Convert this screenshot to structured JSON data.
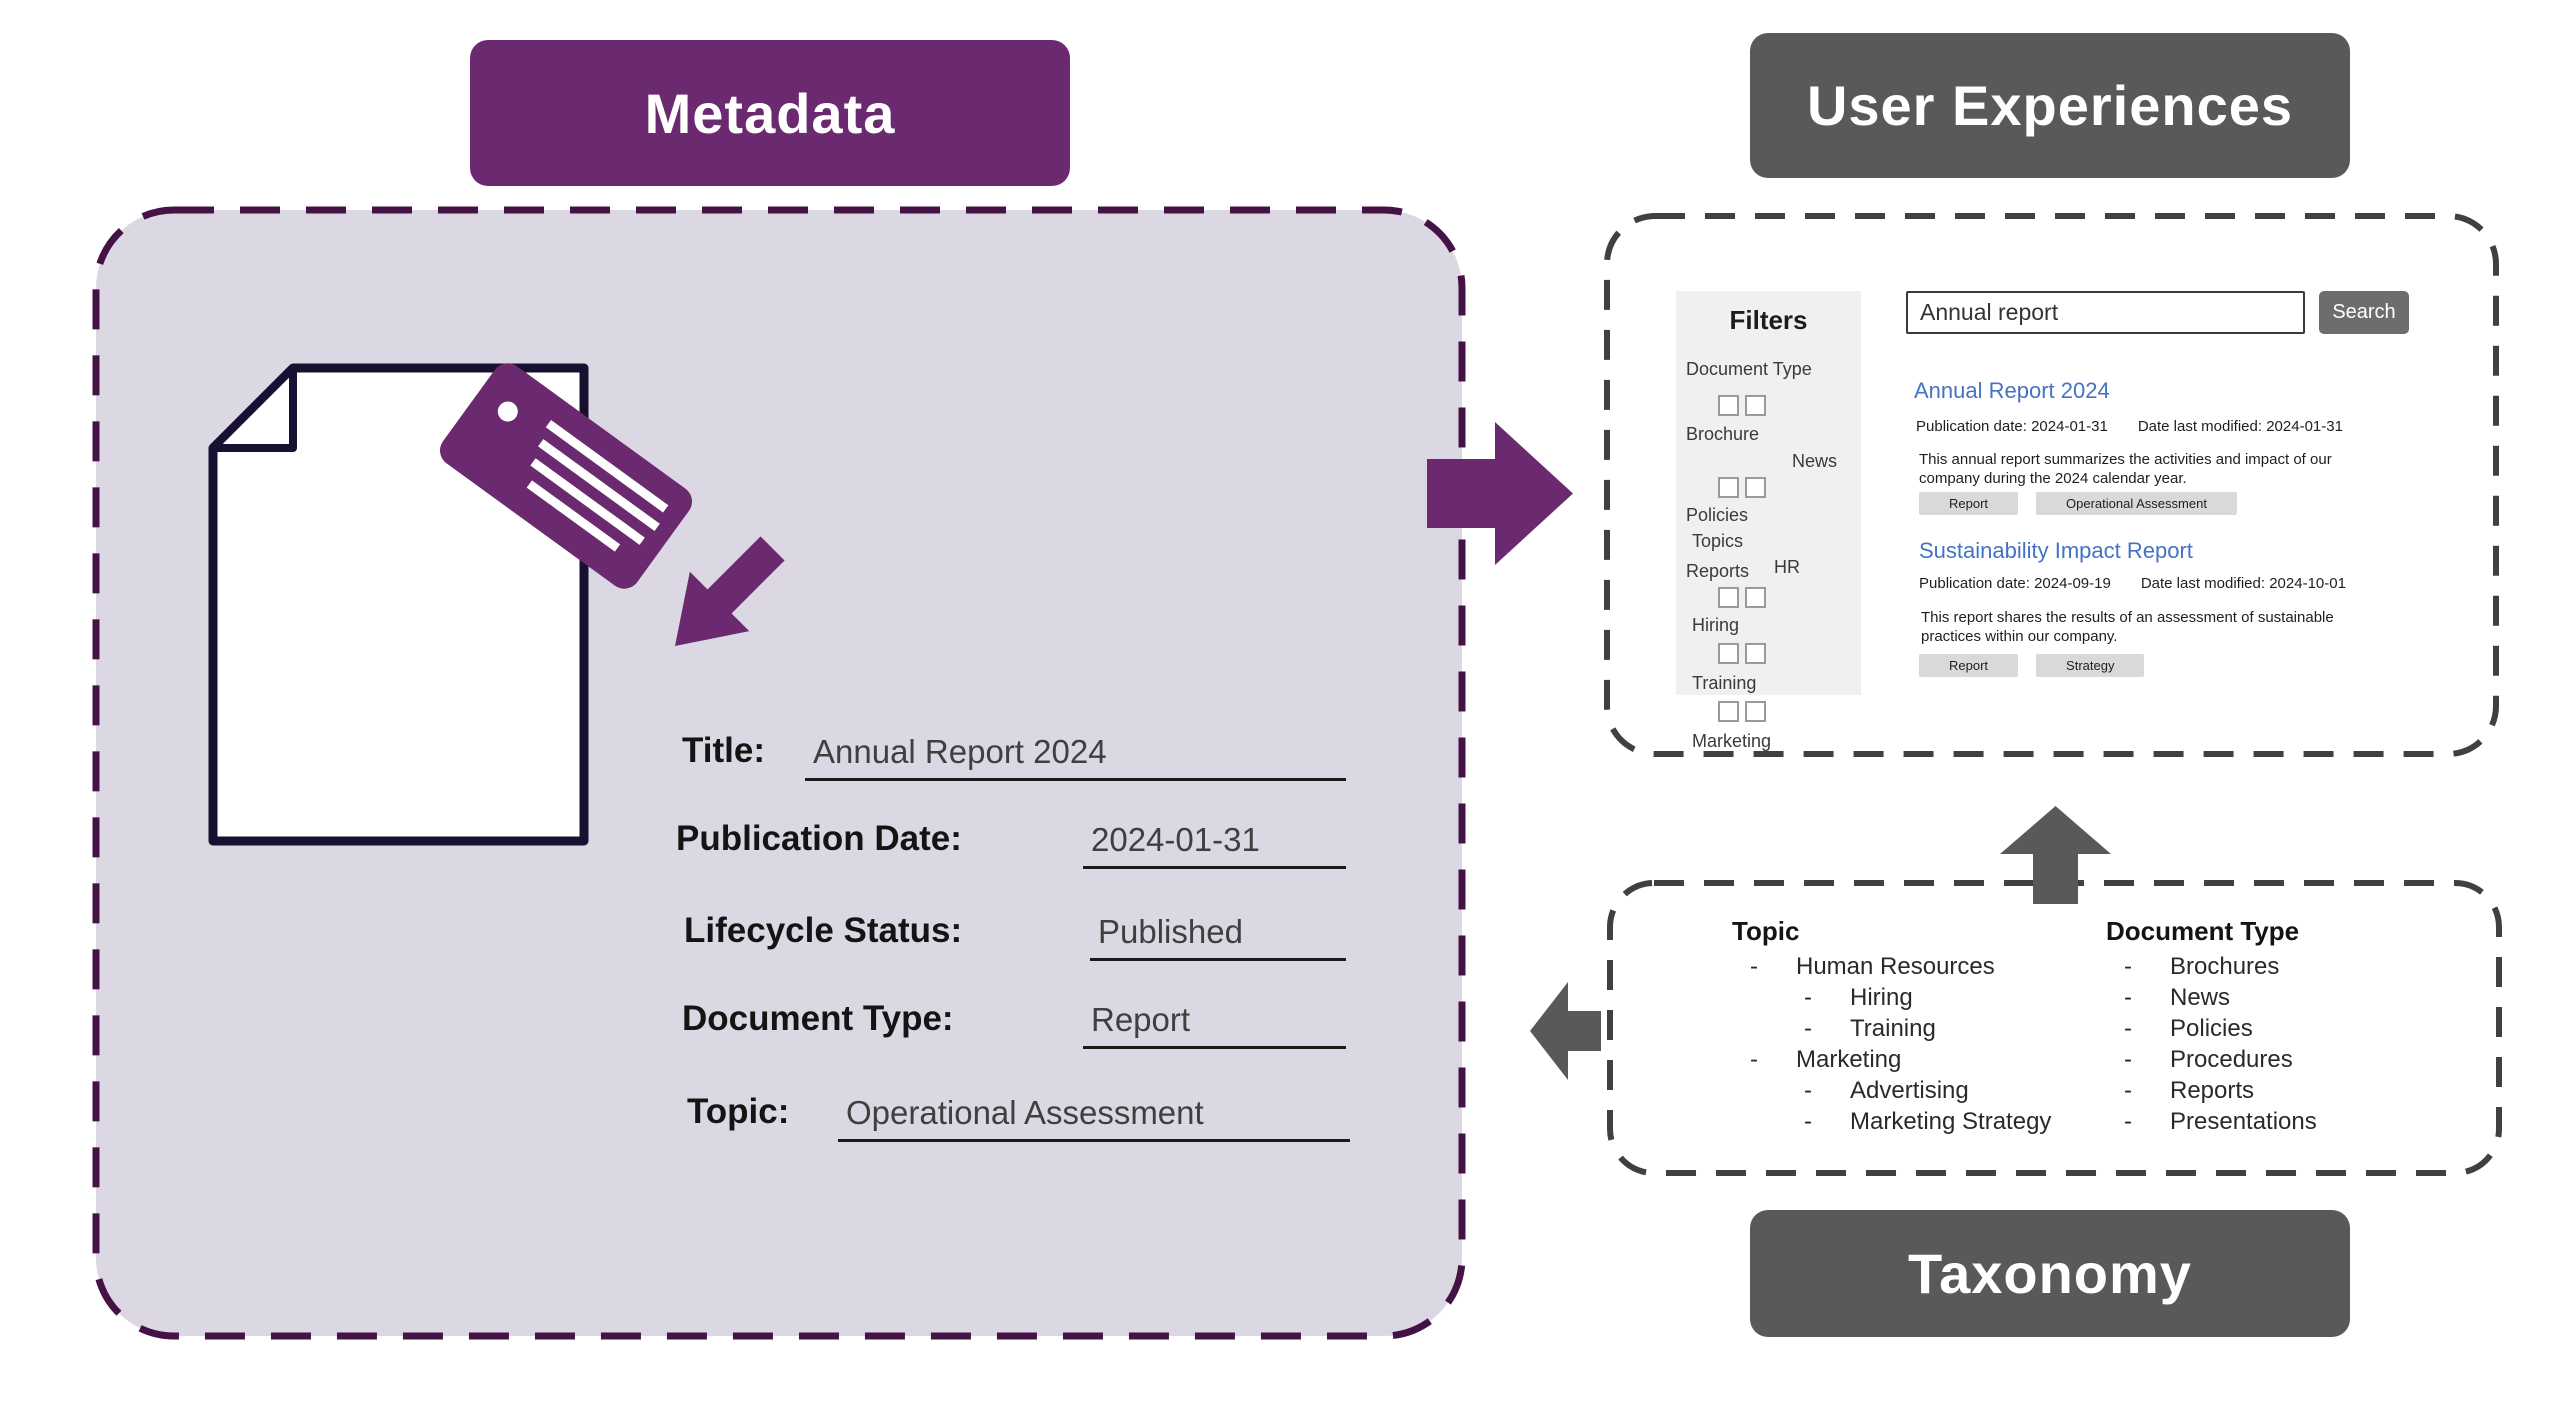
{
  "metadata": {
    "header": "Metadata",
    "fields": {
      "title": {
        "label": "Title:",
        "value": "Annual Report 2024"
      },
      "publication_date": {
        "label": "Publication Date:",
        "value": "2024-01-31"
      },
      "lifecycle_status": {
        "label": "Lifecycle Status:",
        "value": "Published"
      },
      "document_type": {
        "label": "Document Type:",
        "value": "Report"
      },
      "topic": {
        "label": "Topic:",
        "value": "Operational Assessment"
      }
    }
  },
  "user_experiences": {
    "header": "User Experiences",
    "search": {
      "query": "Annual report",
      "button_label": "Search"
    },
    "filters": {
      "title": "Filters",
      "document_type_heading": "Document Type",
      "document_types": [
        "Brochure",
        "News",
        "Policies",
        "Reports"
      ],
      "topics_heading": "Topics",
      "topics": [
        "HR",
        "Hiring",
        "Training",
        "Marketing"
      ]
    },
    "results": [
      {
        "title": "Annual Report 2024",
        "publication": "Publication date: 2024-01-31",
        "modified": "Date last modified: 2024-01-31",
        "description": "This annual report summarizes the activities and impact of our company during the 2024 calendar year.",
        "tags": [
          "Report",
          "Operational Assessment"
        ]
      },
      {
        "title": "Sustainability Impact Report",
        "publication": "Publication date: 2024-09-19",
        "modified": "Date last modified: 2024-10-01",
        "description": "This report shares the results of an assessment of sustainable practices within our company.",
        "tags": [
          "Report",
          "Strategy"
        ]
      }
    ]
  },
  "taxonomy": {
    "header": "Taxonomy",
    "topic": {
      "heading": "Topic",
      "items": [
        {
          "text": "Human Resources",
          "level": 1
        },
        {
          "text": "Hiring",
          "level": 2
        },
        {
          "text": "Training",
          "level": 2
        },
        {
          "text": "Marketing",
          "level": 1
        },
        {
          "text": "Advertising",
          "level": 2
        },
        {
          "text": "Marketing Strategy",
          "level": 2
        }
      ]
    },
    "document_type": {
      "heading": "Document Type",
      "items": [
        {
          "text": "Brochures",
          "level": 1
        },
        {
          "text": "News",
          "level": 1
        },
        {
          "text": "Policies",
          "level": 1
        },
        {
          "text": "Procedures",
          "level": 1
        },
        {
          "text": "Reports",
          "level": 1
        },
        {
          "text": "Presentations",
          "level": 1
        }
      ]
    }
  },
  "colors": {
    "purple": "#6b2a70",
    "purple_dark": "#451245",
    "lavender": "#dcd8e3",
    "gray": "#595959",
    "gray_dark": "#404040",
    "link_blue": "#4472c4",
    "chip_bg": "#d9d9d9"
  }
}
